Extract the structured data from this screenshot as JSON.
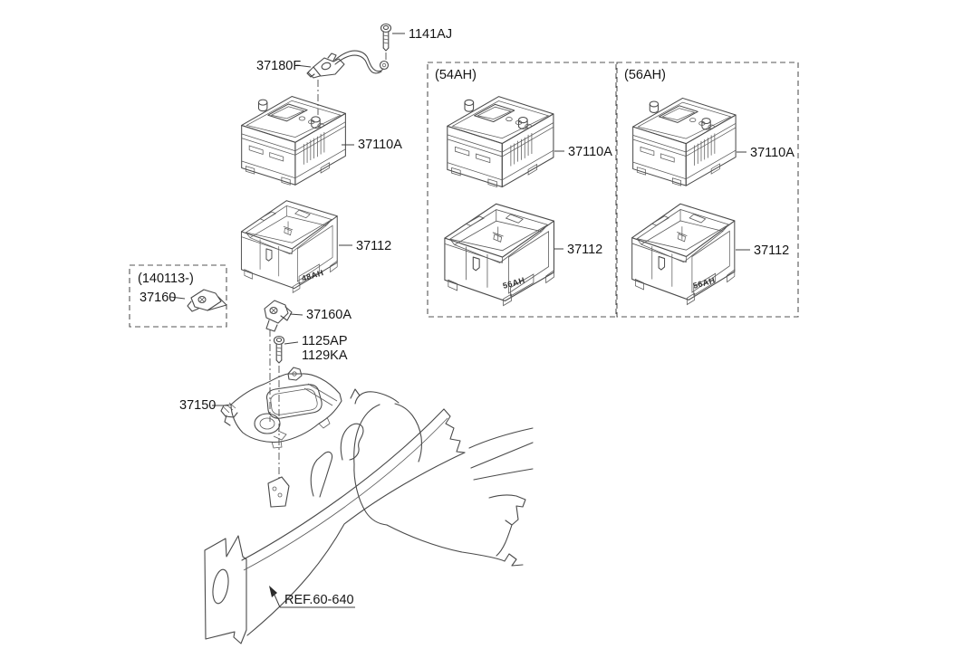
{
  "diagram": {
    "background": "#ffffff",
    "line_color": "#4a4a4a",
    "text_color": "#161616",
    "parts": {
      "bolt_top": {
        "label": "1141AJ"
      },
      "battery_cable": {
        "label": "37180F"
      },
      "battery": {
        "label": "37110A"
      },
      "battery_tray": {
        "label": "37112",
        "molding": "48AH"
      },
      "production_note": {
        "label": "(140113-)"
      },
      "clamp_old": {
        "label": "37160"
      },
      "clamp": {
        "label": "37160A"
      },
      "clamp_bolt": {
        "label": "1125AP"
      },
      "clamp_bolt_alt": {
        "label": "1129KA"
      },
      "mounting_tray": {
        "label": "37150"
      },
      "body_reference": {
        "label": "REF.60-640"
      }
    },
    "variants": [
      {
        "title": "(54AH)",
        "battery_label": "37110A",
        "tray_label": "37112",
        "tray_molding": "56AH"
      },
      {
        "title": "(56AH)",
        "battery_label": "37110A",
        "tray_label": "37112",
        "tray_molding": "56AH"
      }
    ]
  }
}
